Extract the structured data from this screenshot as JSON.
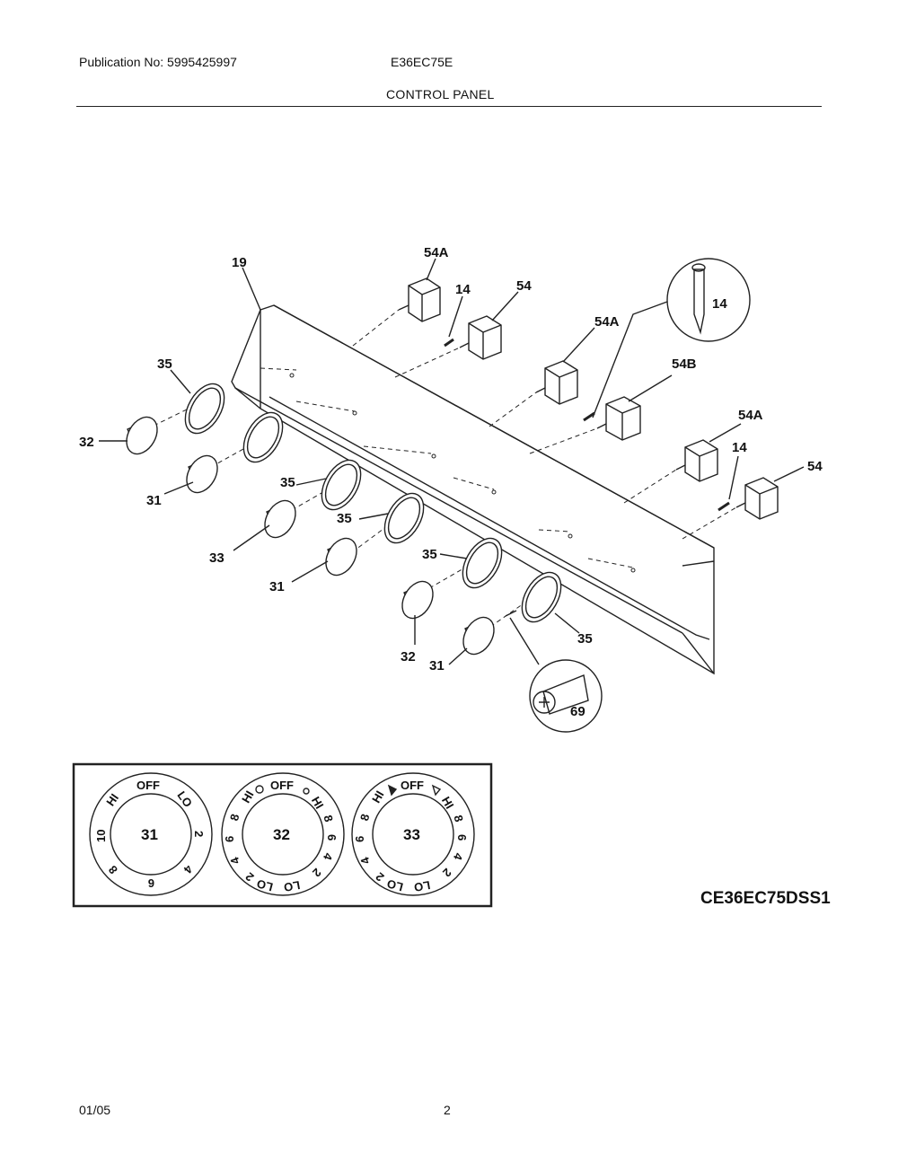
{
  "header": {
    "publication": "Publication No: 5995425997",
    "model": "E36EC75E",
    "section": "CONTROL PANEL"
  },
  "callouts": {
    "panel": "19",
    "valve_54a_top": "54A",
    "ignitor_14_top": "14",
    "valve_54_top": "54",
    "valve_54a_mid": "54A",
    "detail_14": "14",
    "valve_54b": "54B",
    "valve_54a_right": "54A",
    "ignitor_14_right": "14",
    "valve_54_right": "54",
    "bezel_35_a": "35",
    "knob_32_left": "32",
    "bezel_35_b": "35",
    "knob_31_a": "31",
    "bezel_35_c": "35",
    "knob_33": "33",
    "knob_31_b": "31",
    "bezel_35_d": "35",
    "bezel_35_e": "35",
    "knob_32_bottom": "32",
    "knob_31_c": "31",
    "screw_69": "69"
  },
  "dials": [
    {
      "id": "31",
      "top": "OFF",
      "left_top": "HI",
      "right_top": "LO",
      "left": "10",
      "right": "2",
      "bottom_left": "8",
      "bottom": "6",
      "bottom_right": "4"
    },
    {
      "id": "32",
      "top": "OFF",
      "scale_left": [
        "HI",
        "8",
        "6",
        "4",
        "2",
        "LO"
      ],
      "scale_right": [
        "HI",
        "8",
        "6",
        "4",
        "2",
        "LO"
      ]
    },
    {
      "id": "33",
      "top": "OFF",
      "scale_left": [
        "HI",
        "8",
        "6",
        "4",
        "2",
        "LO"
      ],
      "scale_right": [
        "HI",
        "8",
        "6",
        "4",
        "2",
        "LO"
      ]
    }
  ],
  "reference_code": "CE36EC75DSS1",
  "footer": {
    "date": "01/05",
    "page": "2"
  }
}
